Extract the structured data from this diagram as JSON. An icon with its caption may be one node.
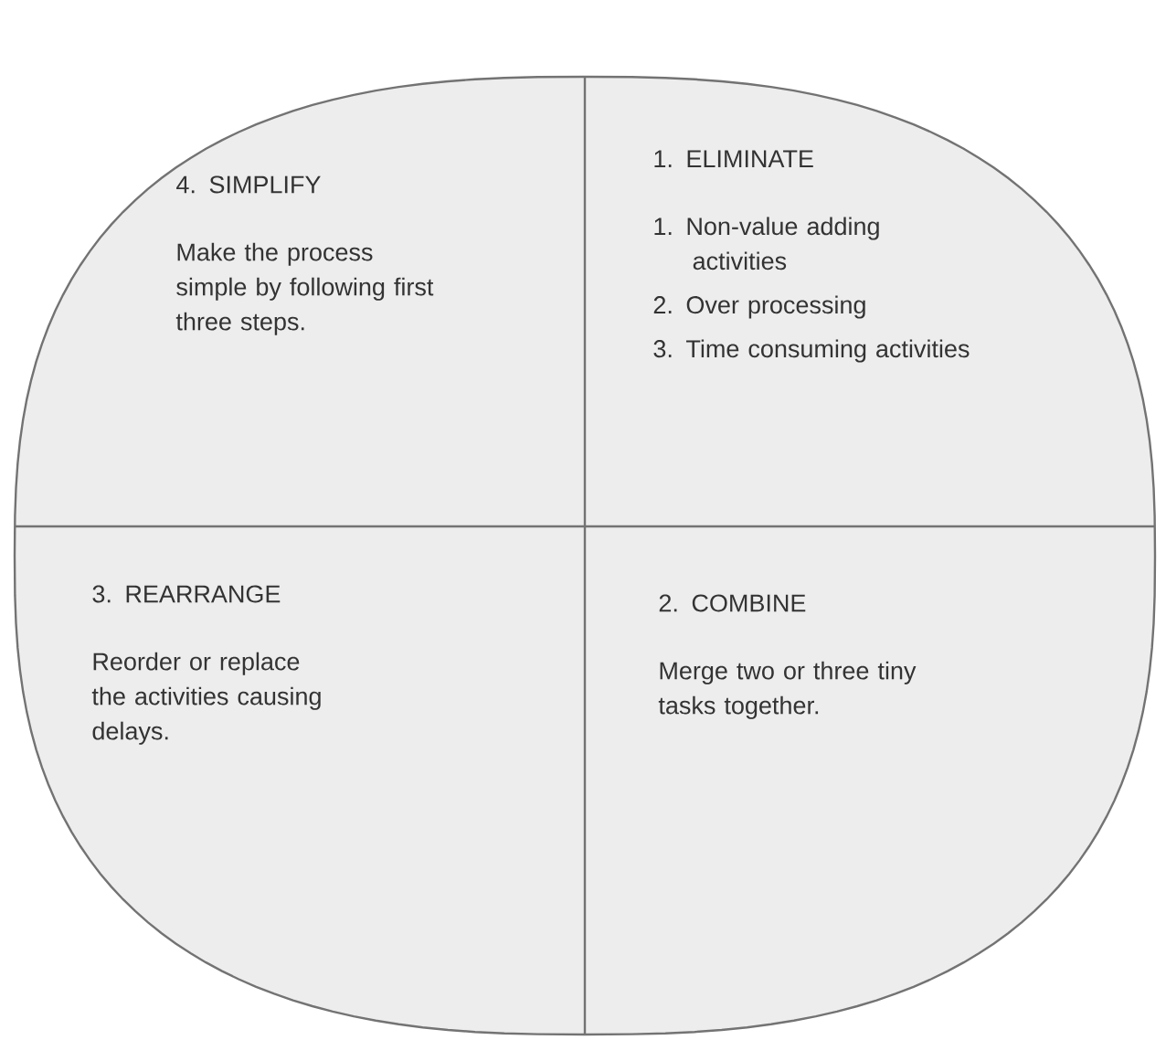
{
  "diagram": {
    "nodes": [
      {
        "text": [],
        "shape": "circle"
      },
      {
        "text": [
          "4. SIMPLIFY",
          "Make the process simple by following first three steps."
        ],
        "in": 0
      },
      {
        "text": [
          "1. ELIMINATE",
          "1. Non-value adding activities",
          "2. Over processing",
          "3. Time consuming activities"
        ],
        "in": 0
      },
      {
        "text": [
          "3. REARRANGE",
          "Reorder or replace the activities causing delays."
        ],
        "in": 0
      },
      {
        "text": [
          "2. COMBINE",
          "Merge two or three tiny tasks together."
        ],
        "in": 0
      }
    ],
    "edges": []
  }
}
